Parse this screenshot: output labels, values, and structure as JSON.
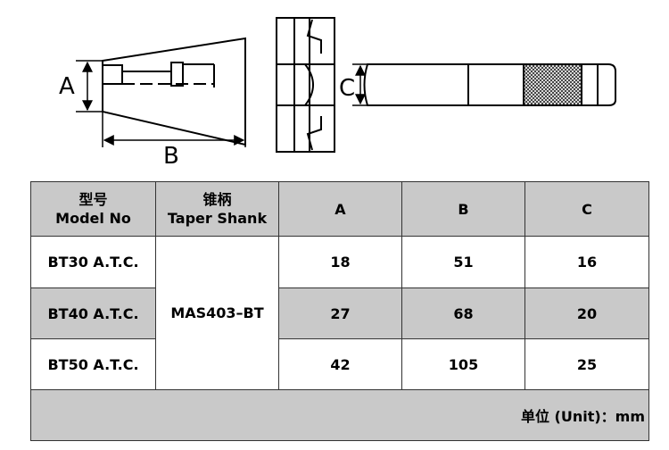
{
  "labels": {
    "a": "A",
    "b": "B",
    "c": "C"
  },
  "table": {
    "headers": [
      {
        "zh": "型号",
        "en": "Model No"
      },
      {
        "zh": "锥柄",
        "en": "Taper Shank"
      },
      {
        "zh": "",
        "en": "A"
      },
      {
        "zh": "",
        "en": "B"
      },
      {
        "zh": "",
        "en": "C"
      }
    ],
    "taper": "MAS403–BT",
    "rows": [
      {
        "model": "BT30 A.T.C.",
        "a": "18",
        "b": "51",
        "c": "16"
      },
      {
        "model": "BT40 A.T.C.",
        "a": "27",
        "b": "68",
        "c": "20"
      },
      {
        "model": "BT50 A.T.C.",
        "a": "42",
        "b": "105",
        "c": "25"
      }
    ],
    "unit_note": "单位 (Unit)：mm"
  }
}
